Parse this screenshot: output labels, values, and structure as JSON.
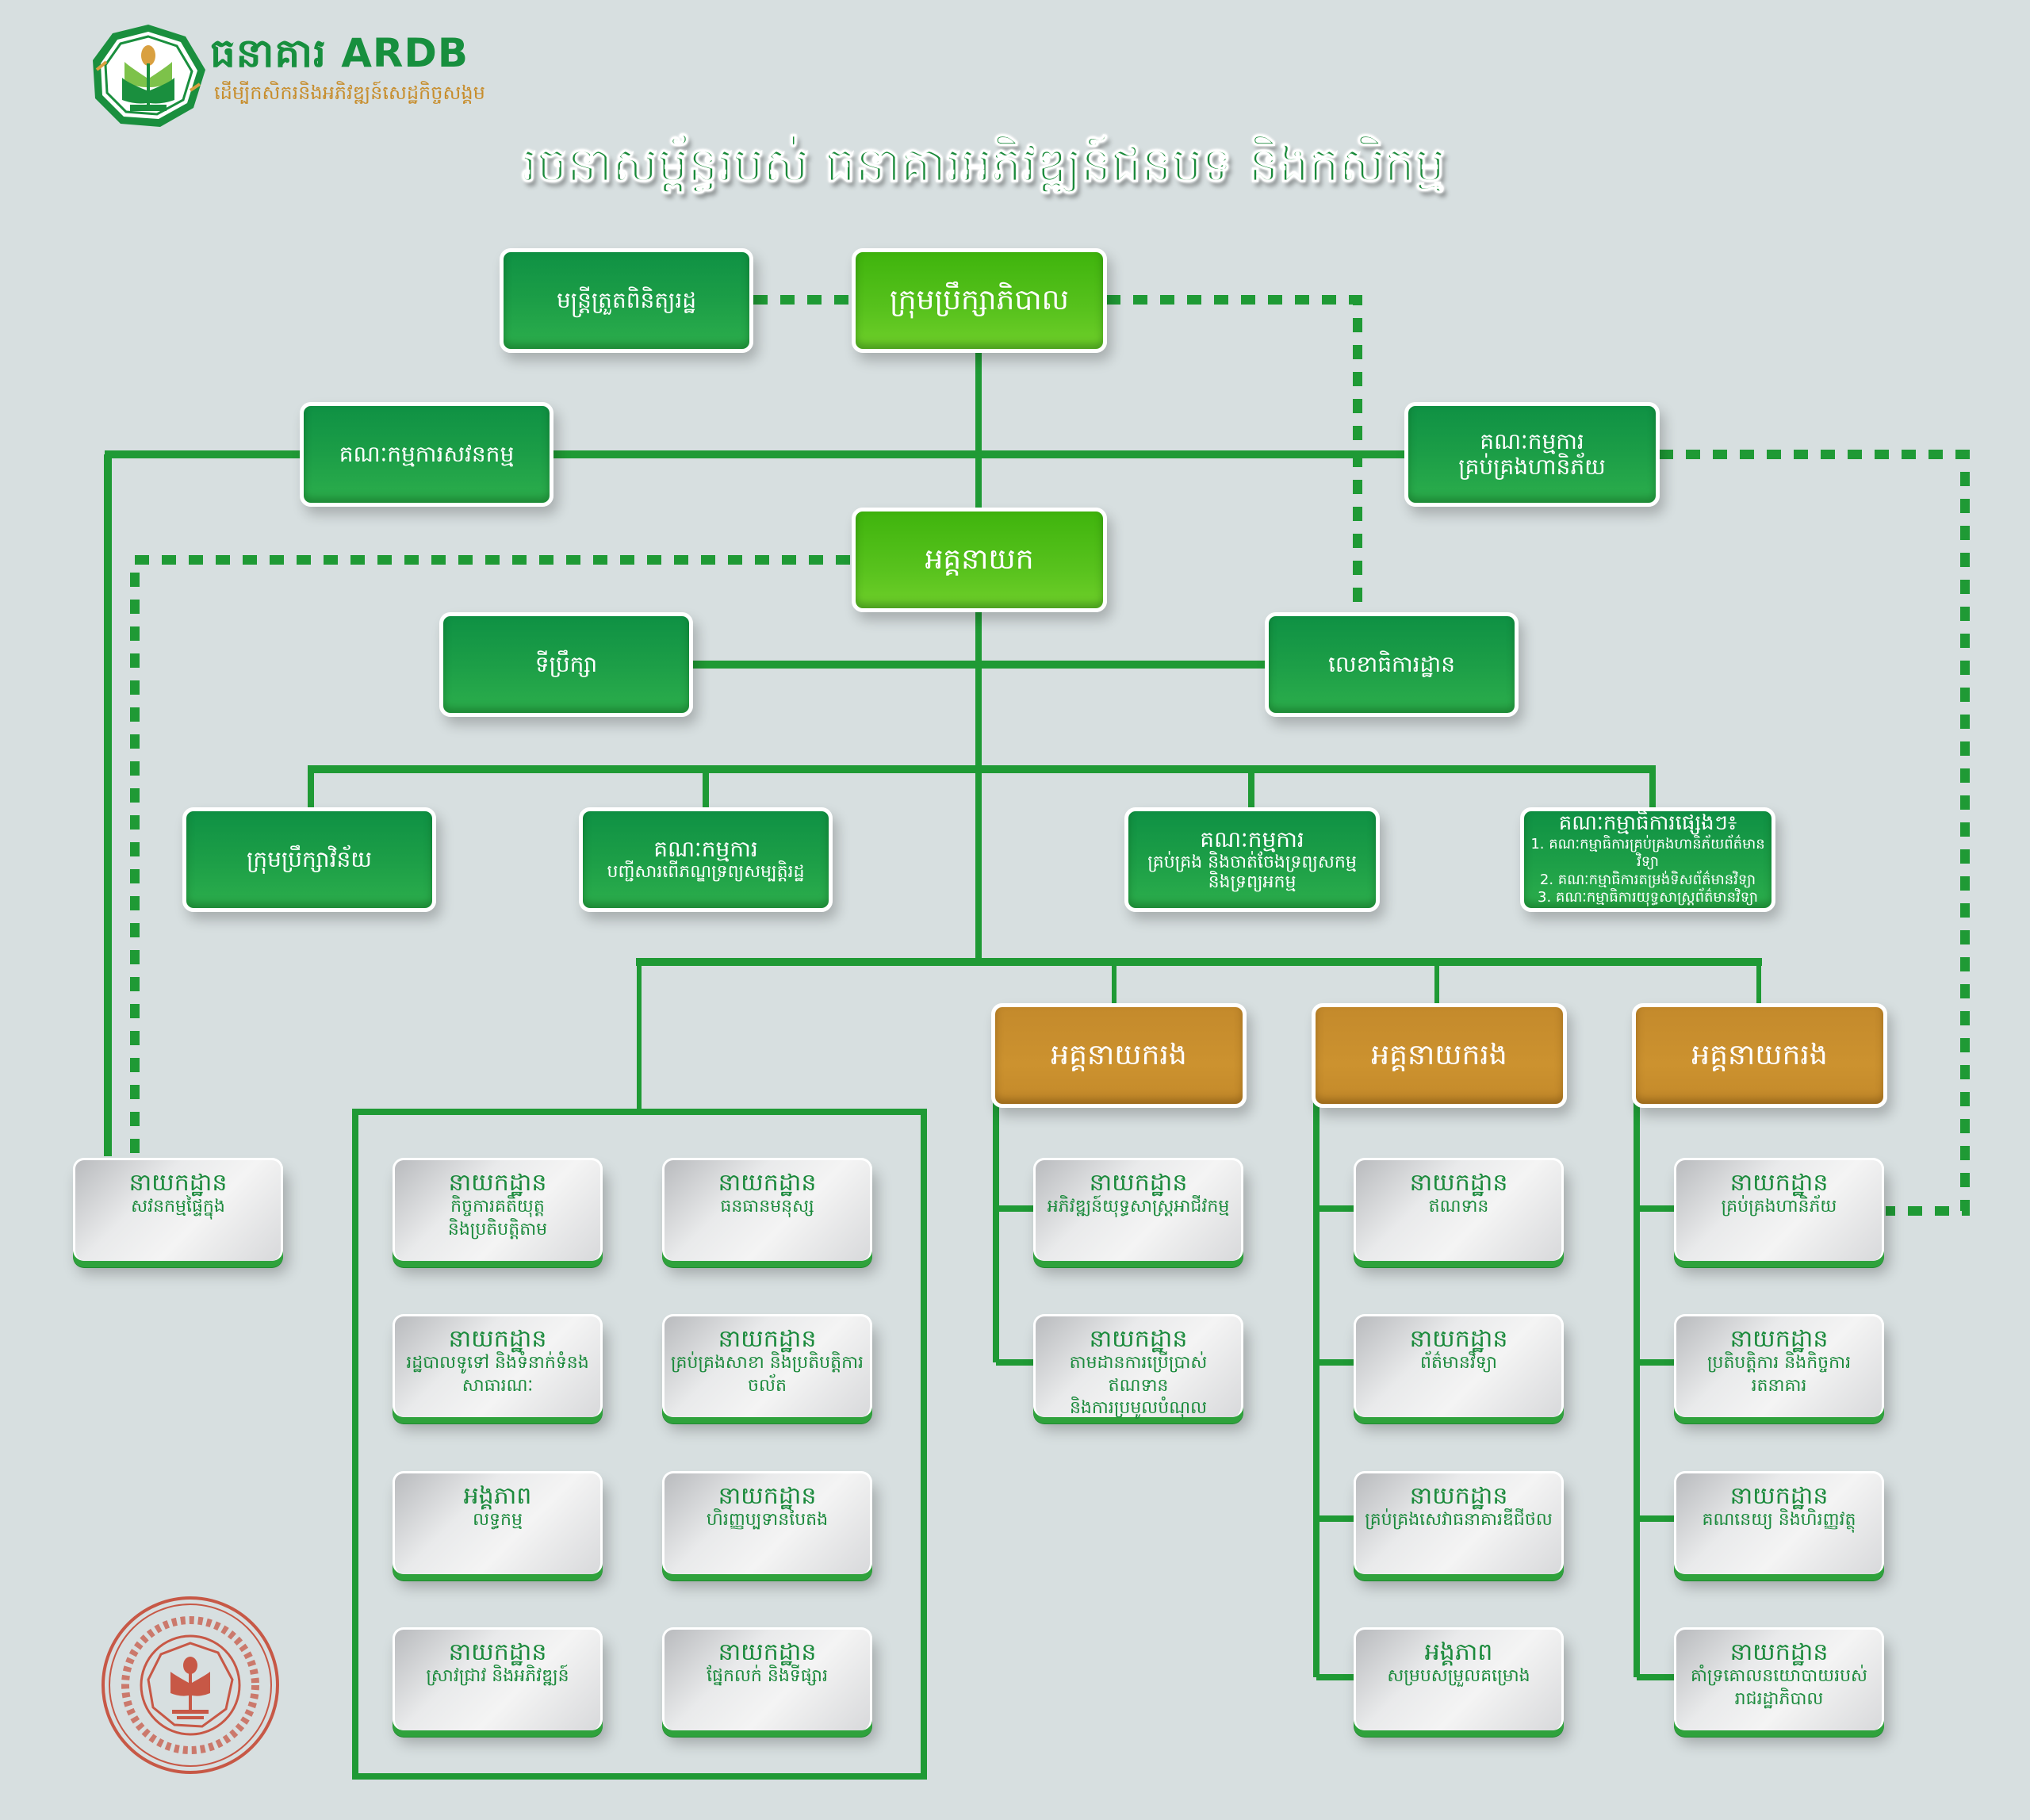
{
  "header": {
    "brand_name": "ធនាគារ ARDB",
    "tagline": "ដើម្បីកសិករនិងអភិវឌ្ឍន៍សេដ្ឋកិច្ចសង្គម",
    "title": "រចនាសម្ព័ន្ធរបស់ ធនាគារអភិវឌ្ឍន៍ជនបទ និងកសិកម្ម"
  },
  "colors": {
    "background": "#d7dfe0",
    "line_green": "#1f9a35",
    "box_green": "#1c9e47",
    "box_lime": "#58c21d",
    "box_gold": "#cc922f",
    "dept_text": "#1b8a3c",
    "stamp_red": "#c64a36"
  },
  "top": {
    "government_supervisor": "មន្ត្រីត្រួតពិនិត្យរដ្ឋ",
    "board_of_directors": "ក្រុមប្រឹក្សាភិបាល",
    "audit_committee": "គណៈកម្មការសវនកម្ម",
    "risk_committee": {
      "line1": "គណៈកម្មការ",
      "line2": "គ្រប់គ្រងហានិភ័យ"
    },
    "ceo": "អគ្គនាយក",
    "advisors": "ទីប្រឹក្សា",
    "secretariat": "លេខាធិការដ្ឋាន"
  },
  "committees": [
    {
      "line1": "ក្រុមប្រឹក្សាវិន័យ"
    },
    {
      "line1": "គណៈកម្មការ",
      "line2": "បញ្ជីសារពើភណ្ឌទ្រព្យសម្បត្តិរដ្ឋ"
    },
    {
      "line1": "គណៈកម្មការ",
      "line2": "គ្រប់គ្រង និងចាត់ចែងទ្រព្យសកម្ម",
      "line3": "និងទ្រព្យអកម្ម"
    },
    {
      "line1": "គណៈកម្មាធិការផ្សេងៗ៖",
      "items": [
        "1. គណៈកម្មាធិការគ្រប់គ្រងហានិភ័យព័ត៌មានវិទ្យា",
        "2. គណៈកម្មាធិការតម្រង់ទិសព័ត៌មានវិទ្យា",
        "3. គណៈកម្មាធិការយុទ្ធសាស្ត្រព័ត៌មានវិទ្យា"
      ]
    }
  ],
  "deputy_ceos": [
    {
      "label": "អគ្គនាយករង"
    },
    {
      "label": "អគ្គនាយករង"
    },
    {
      "label": "អគ្គនាយករង"
    }
  ],
  "internal_audit": {
    "line1": "នាយកដ្ឋាន",
    "line2": "សវនកម្មផ្ទៃក្នុង"
  },
  "ceo_departments": [
    {
      "line1": "នាយកដ្ឋាន",
      "line2": "កិច្ចការគតិយុត្ត",
      "line3": "និងប្រតិបត្តិតាម"
    },
    {
      "line1": "នាយកដ្ឋាន",
      "line2": "ធនធានមនុស្ស"
    },
    {
      "line1": "នាយកដ្ឋាន",
      "line2": "រដ្ឋបាលទូទៅ និងទំនាក់ទំនង",
      "line3": "សាធារណៈ"
    },
    {
      "line1": "នាយកដ្ឋាន",
      "line2": "គ្រប់គ្រងសាខា និងប្រតិបត្តិការ",
      "line3": "ចល័ត"
    },
    {
      "line1": "អង្គភាព",
      "line2": "លទ្ធកម្ម"
    },
    {
      "line1": "នាយកដ្ឋាន",
      "line2": "ហិរញ្ញប្បទានបៃតង"
    },
    {
      "line1": "នាយកដ្ឋាន",
      "line2": "ស្រាវជ្រាវ និងអភិវឌ្ឍន៍"
    },
    {
      "line1": "នាយកដ្ឋាន",
      "line2": "ផ្នែកលក់ និងទីផ្សារ"
    }
  ],
  "deputy1_departments": [
    {
      "line1": "នាយកដ្ឋាន",
      "line2": "អភិវឌ្ឍន៍យុទ្ធសាស្ត្រអាជីវកម្ម"
    },
    {
      "line1": "នាយកដ្ឋាន",
      "line2": "តាមដានការប្រើប្រាស់ឥណទាន",
      "line3": "និងការប្រមូលបំណុល"
    }
  ],
  "deputy2_departments": [
    {
      "line1": "នាយកដ្ឋាន",
      "line2": "ឥណទាន"
    },
    {
      "line1": "នាយកដ្ឋាន",
      "line2": "ព័ត៌មានវិទ្យា"
    },
    {
      "line1": "នាយកដ្ឋាន",
      "line2": "គ្រប់គ្រងសេវាធនាគារឌីជីថល"
    },
    {
      "line1": "អង្គភាព",
      "line2": "សម្របសម្រួលគម្រោង"
    }
  ],
  "deputy3_departments": [
    {
      "line1": "នាយកដ្ឋាន",
      "line2": "គ្រប់គ្រងហានិភ័យ"
    },
    {
      "line1": "នាយកដ្ឋាន",
      "line2": "ប្រតិបត្តិការ និងកិច្ចការ",
      "line3": "រតនាគារ"
    },
    {
      "line1": "នាយកដ្ឋាន",
      "line2": "គណនេយ្យ និងហិរញ្ញវត្ថុ"
    },
    {
      "line1": "នាយកដ្ឋាន",
      "line2": "គាំទ្រគោលនយោបាយរបស់",
      "line3": "រាជរដ្ឋាភិបាល"
    }
  ]
}
